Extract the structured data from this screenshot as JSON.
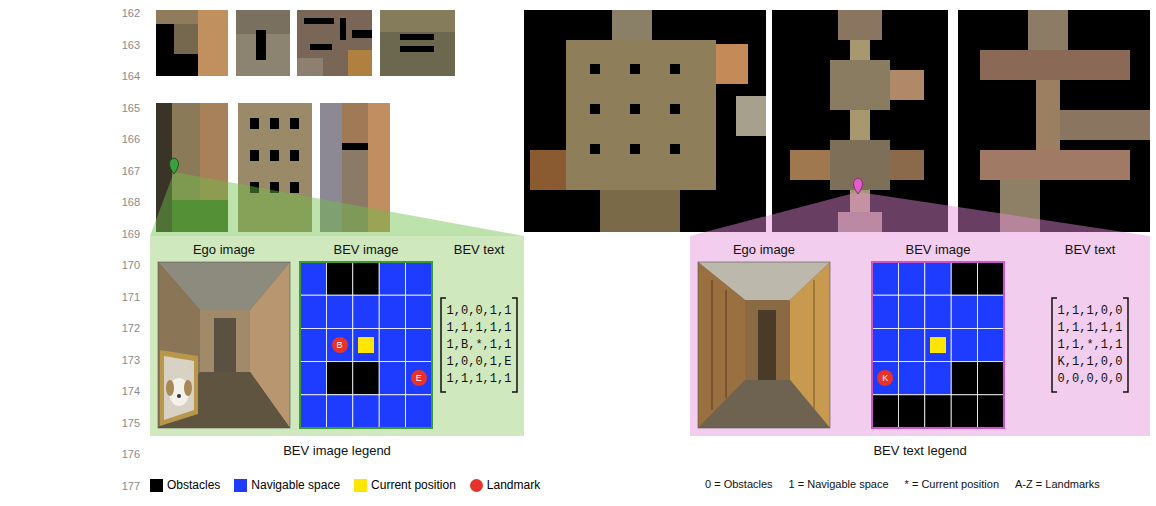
{
  "diagram": {
    "nodes": [
      {
        "text": [
          "Ego image",
          "BEV image",
          "BEV text"
        ]
      },
      {
        "text": [
          "B"
        ],
        "in": 0
      },
      {
        "text": [
          "E"
        ],
        "in": 0
      },
      {
        "text": [
          "Ego image",
          "BEV image",
          "BEV text"
        ]
      },
      {
        "text": [
          "K"
        ],
        "in": 3
      }
    ],
    "edges": [],
    "labels": [
      "162",
      "163",
      "164",
      "165",
      "166",
      "167",
      "168",
      "169",
      "170",
      "171",
      "172",
      "173",
      "174",
      "175",
      "176",
      "177",
      "1,0,0,1,1",
      "1,1,1,1,1",
      "1,B,*,1,1",
      "1,0,0,1,E",
      "1,1,1,1,1",
      "1,1,1,0,0",
      "1,1,1,1,1",
      "1,1,*,1,1",
      "K,1,1,0,0",
      "0,0,0,0,0",
      "BEV image legend",
      "BEV text legend",
      "0 = Obstacles",
      "1 = Navigable space",
      "* = Current position",
      "A-Z = Landmarks"
    ],
    "legend": [
      {
        "text": "Obstacles",
        "color": "#000000"
      },
      {
        "text": "Navigable space",
        "color": "#1e3cff"
      },
      {
        "text": "Current position",
        "color": "#ffe600"
      },
      {
        "text": "Landmark",
        "color": "#e8322a"
      }
    ]
  }
}
